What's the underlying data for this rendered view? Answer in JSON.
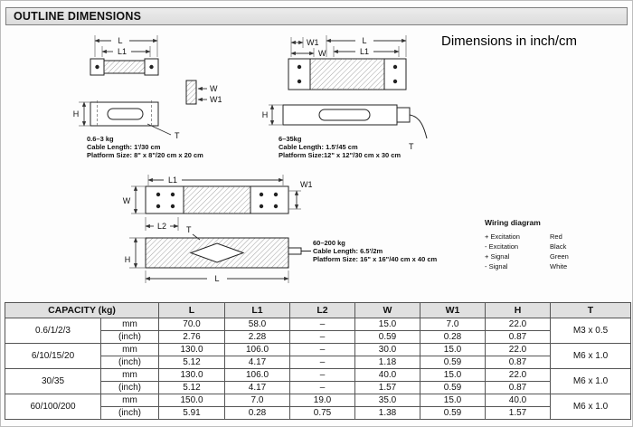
{
  "page": {
    "title": "OUTLINE DIMENSIONS",
    "units_note": "Dimensions in inch/cm"
  },
  "colors": {
    "header_bar_bg": "#e4e4e4",
    "table_header_bg": "#e0e0e0",
    "line": "#222222"
  },
  "dims": {
    "L": "L",
    "L1": "L1",
    "L2": "L2",
    "W": "W",
    "W1": "W1",
    "H": "H",
    "T": "T"
  },
  "diagrams": {
    "small": {
      "capacity": "0.6–3 kg",
      "cable": "Cable Length: 1'/30 cm",
      "platform": "Platform Size: 8\" x 8\"/20 cm x 20 cm"
    },
    "medium": {
      "capacity": "6–35kg",
      "cable": "Cable Length: 1.5'/45 cm",
      "platform": "Platform Size:12\" x 12\"/30 cm x 30 cm"
    },
    "large": {
      "capacity": "60–200 kg",
      "cable": "Cable Length: 6.5'/2m",
      "platform": "Platform Size: 16\" x 16\"/40 cm x 40 cm"
    }
  },
  "wiring": {
    "title": "Wiring diagram",
    "rows": [
      {
        "terminal": "+ Excitation",
        "color": "Red"
      },
      {
        "terminal": "- Excitation",
        "color": "Black"
      },
      {
        "terminal": "+ Signal",
        "color": "Green"
      },
      {
        "terminal": "- Signal",
        "color": "White"
      }
    ]
  },
  "table": {
    "capacity_header": "CAPACITY (kg)",
    "columns": [
      "L",
      "L1",
      "L2",
      "W",
      "W1",
      "H",
      "T"
    ],
    "rows": [
      {
        "capacity": "0.6/1/2/3",
        "thread": "M3 x 0.5",
        "mm": {
          "unit": "mm",
          "values": [
            "70.0",
            "58.0",
            "–",
            "15.0",
            "7.0",
            "22.0"
          ]
        },
        "inch": {
          "unit": "(inch)",
          "values": [
            "2.76",
            "2.28",
            "–",
            "0.59",
            "0.28",
            "0.87"
          ]
        }
      },
      {
        "capacity": "6/10/15/20",
        "thread": "M6 x 1.0",
        "mm": {
          "unit": "mm",
          "values": [
            "130.0",
            "106.0",
            "–",
            "30.0",
            "15.0",
            "22.0"
          ]
        },
        "inch": {
          "unit": "(inch)",
          "values": [
            "5.12",
            "4.17",
            "–",
            "1.18",
            "0.59",
            "0.87"
          ]
        }
      },
      {
        "capacity": "30/35",
        "thread": "M6 x 1.0",
        "mm": {
          "unit": "mm",
          "values": [
            "130.0",
            "106.0",
            "–",
            "40.0",
            "15.0",
            "22.0"
          ]
        },
        "inch": {
          "unit": "(inch)",
          "values": [
            "5.12",
            "4.17",
            "–",
            "1.57",
            "0.59",
            "0.87"
          ]
        }
      },
      {
        "capacity": "60/100/200",
        "thread": "M6 x 1.0",
        "mm": {
          "unit": "mm",
          "values": [
            "150.0",
            "7.0",
            "19.0",
            "35.0",
            "15.0",
            "40.0"
          ]
        },
        "inch": {
          "unit": "(inch)",
          "values": [
            "5.91",
            "0.28",
            "0.75",
            "1.38",
            "0.59",
            "1.57"
          ]
        }
      }
    ]
  }
}
